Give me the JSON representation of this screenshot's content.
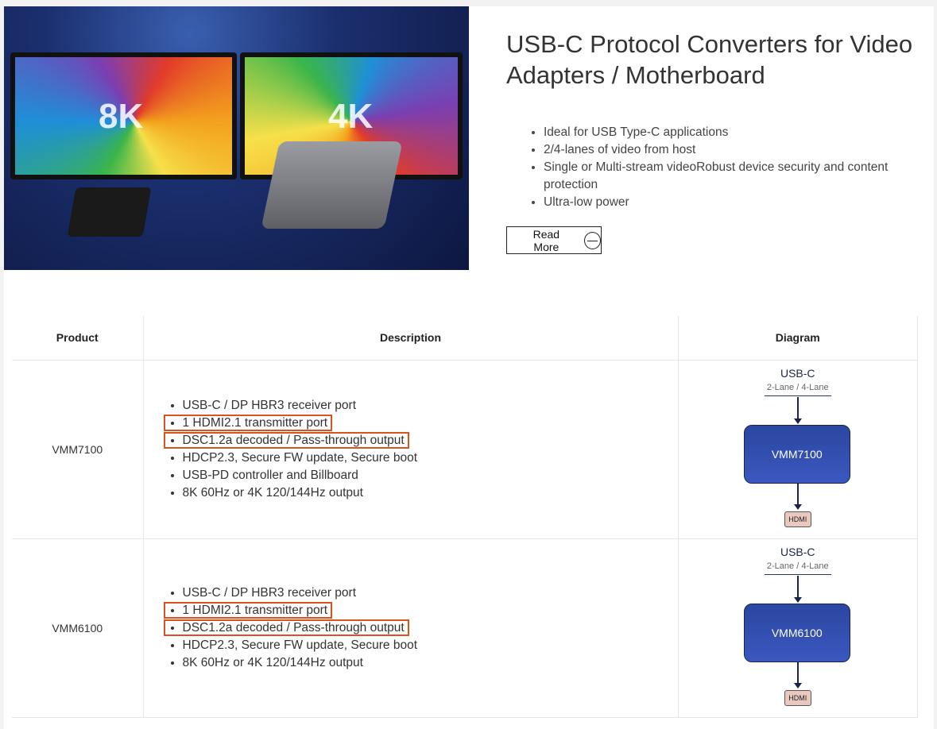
{
  "hero": {
    "screen_left": "8K",
    "screen_right": "4K"
  },
  "title": "USB-C Protocol Converters for Video Adapters / Motherboard",
  "features": [
    "Ideal for USB Type-C applications",
    "2/4-lanes of video from host",
    "Single or Multi-stream videoRobust device security and content protection",
    "Ultra-low power"
  ],
  "read_more": "Read More",
  "table": {
    "headers": [
      "Product",
      "Description",
      "Diagram"
    ],
    "rows": [
      {
        "product": "VMM7100",
        "items": [
          "USB-C / DP HBR3 receiver port",
          "1 HDMI2.1 transmitter port",
          "DSC1.2a decoded / Pass-through output",
          "HDCP2.3, Secure FW update, Secure boot",
          "USB-PD controller and Billboard",
          "8K 60Hz or 4K 120/144Hz output"
        ],
        "highlighted": [
          1,
          2
        ],
        "diagram": {
          "input": "USB-C",
          "lanes": "2-Lane / 4-Lane",
          "chip": "VMM7100",
          "output": "HDMI"
        }
      },
      {
        "product": "VMM6100",
        "items": [
          "USB-C / DP HBR3 receiver port",
          "1 HDMI2.1 transmitter port",
          "DSC1.2a decoded / Pass-through output",
          "HDCP2.3, Secure FW update, Secure boot",
          "8K 60Hz or 4K 120/144Hz output"
        ],
        "highlighted": [
          1,
          2
        ],
        "diagram": {
          "input": "USB-C",
          "lanes": "2-Lane / 4-Lane",
          "chip": "VMM6100",
          "output": "HDMI"
        }
      }
    ]
  },
  "colors": {
    "highlight": "#d9531e",
    "chip": "#3a58c0"
  }
}
